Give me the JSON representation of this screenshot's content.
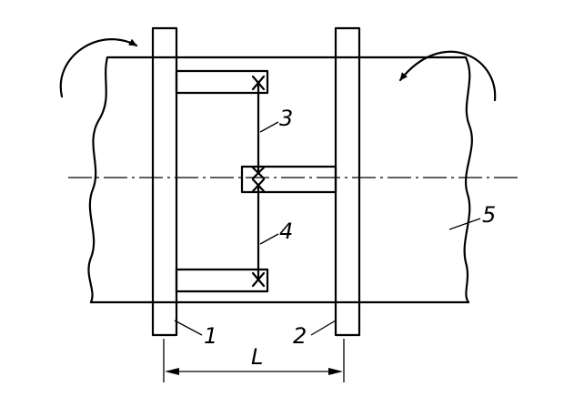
{
  "labels": {
    "flange_1": "1",
    "flange_2": "2",
    "link_3": "3",
    "link_4": "4",
    "shaft_5": "5",
    "distance": "L"
  }
}
